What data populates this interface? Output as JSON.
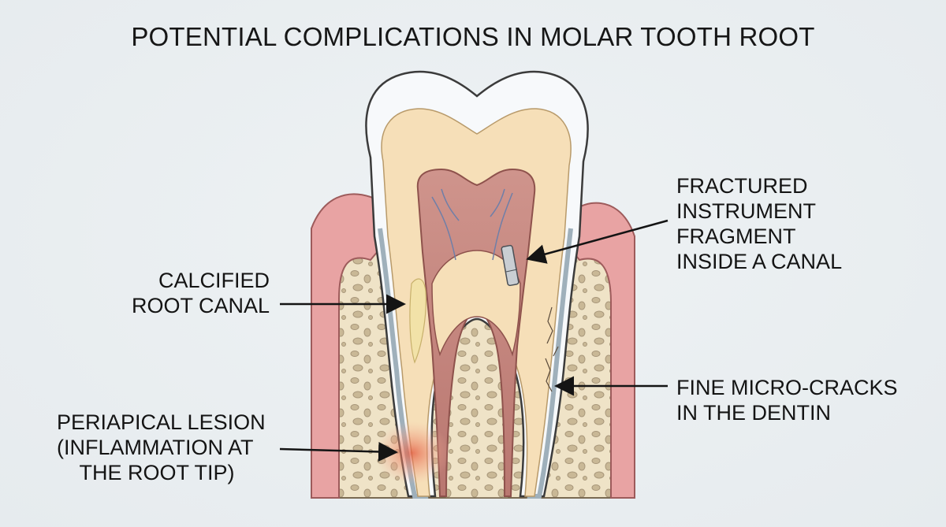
{
  "title": "POTENTIAL COMPLICATIONS IN MOLAR TOOTH ROOT",
  "labels": {
    "calcified": [
      "CALCIFIED",
      "ROOT CANAL"
    ],
    "periapical": [
      "PERIAPICAL LESION",
      "(INFLAMMATION AT",
      "THE ROOT TIP)"
    ],
    "fractured": [
      "FRACTURED",
      "INSTRUMENT",
      "FRAGMENT",
      "INSIDE A CANAL"
    ],
    "cracks": [
      "FINE MICRO-CRACKS",
      "IN THE DENTIN"
    ]
  },
  "colors": {
    "gum": "#e8a3a3",
    "bone": "#efe3c7",
    "enamel": "#f7f9fb",
    "dentin": "#f6dfb8",
    "pulp": "#c98a84",
    "lesion": "#e2553a",
    "ink": "#141414"
  }
}
